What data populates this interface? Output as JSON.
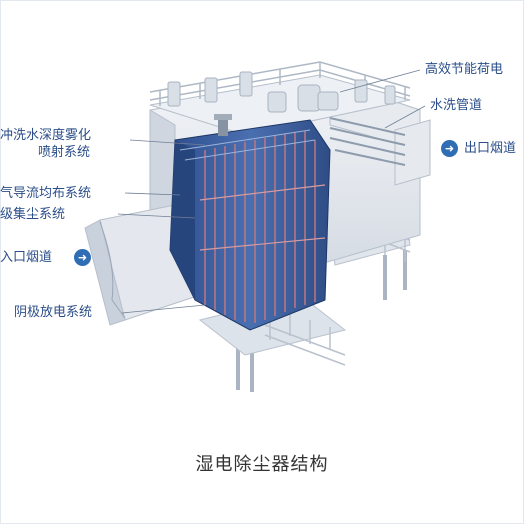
{
  "diagram": {
    "labels": {
      "top_right": "高效节能荷电",
      "water_pipe": "水洗管道",
      "outlet": "出口烟道",
      "spray_line1": "冲洗水深度雾化",
      "spray_line2": "喷射系统",
      "gas_flow": "气导流均布系统",
      "collector": "级集尘系统",
      "inlet": "入口烟道",
      "cathode": "阴极放电系统"
    },
    "caption": "湿电除尘器结构",
    "icons": [
      "arrow-right-icon",
      "arrow-right-icon"
    ],
    "colors": {
      "label_text": "#2b4e8a",
      "arrow_circle": "#2f6db5",
      "structure_light": "#e9edf2",
      "structure_mid": "#c9d1dc",
      "core_blue": "#3b5d9a",
      "core_red_lines": "#c9787e"
    }
  }
}
